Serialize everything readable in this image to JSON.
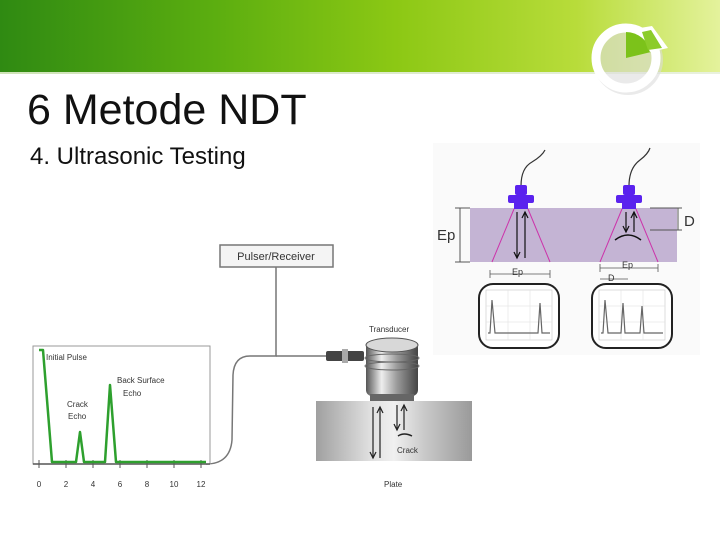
{
  "slide": {
    "title": "6 Metode NDT",
    "subtitle": "4. Ultrasonic Testing"
  },
  "left_diagram": {
    "pulser_receiver_label": "Pulser/Receiver",
    "transducer_label": "Transducer",
    "plate_label": "Plate",
    "crack_label": "Crack",
    "initial_pulse_label": "Initial Pulse",
    "back_surface_label_1": "Back Surface",
    "back_surface_label_2": "Echo",
    "crack_echo_label_1": "Crack",
    "crack_echo_label_2": "Echo",
    "x_ticks": [
      "0",
      "2",
      "4",
      "6",
      "8",
      "10",
      "12"
    ]
  },
  "right_diagram": {
    "ep_side_label": "Ep",
    "d_side_label": "D",
    "ep_left_label": "Ep",
    "ep_right_label": "Ep",
    "d_bottom_label": "D"
  },
  "colors": {
    "banner_dark": "#2f8a12",
    "banner_light": "#e4f29c",
    "purple_fill": "#c4b4d4",
    "transducer_blue": "#5a22ee",
    "beam_magenta": "#cc33aa",
    "signal_green": "#2ea02e"
  },
  "icons": {
    "logo": "green-pie-logo-icon"
  }
}
